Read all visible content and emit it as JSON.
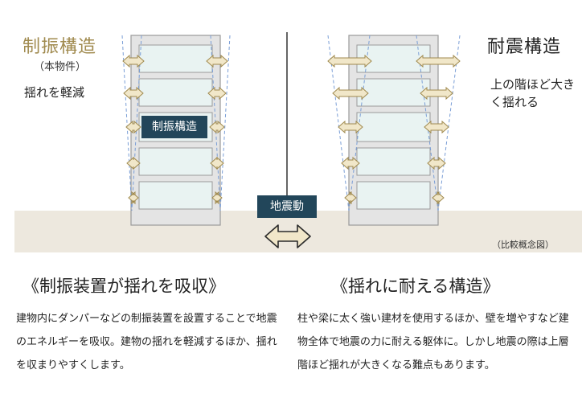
{
  "left_panel": {
    "title": "制振構造",
    "subtitle": "（本物件）",
    "description": "揺れを軽減",
    "damper_label": "制振構造",
    "heading": "《制振装置が揺れを吸収》",
    "body": "建物内にダンパーなどの制振装置を設置することで地震のエネルギーを吸収。建物の揺れを軽減するほか、揺れを収まりやすくします。"
  },
  "right_panel": {
    "title": "耐震構造",
    "description": "上の階ほど大きく揺れる",
    "heading": "《揺れに耐える構造》",
    "body": "柱や梁に太く強い建材を使用するほか、壁を増やすなど建物全体で地震の力に耐える躯体に。しかし地震の際は上層階ほど揺れが大きくなる難点もあります。"
  },
  "center": {
    "quake_label": "地震動"
  },
  "note": "（比較概念図）",
  "colors": {
    "gold": "#a08a4e",
    "badge": "#22465a",
    "ground": "#ede8de",
    "frame": "#e4e4e4",
    "window": "#e9f3f2",
    "dash": "#7a9ed6",
    "arrow_fill": "#f1e7c9",
    "arrow_stroke": "#a08a4e"
  }
}
